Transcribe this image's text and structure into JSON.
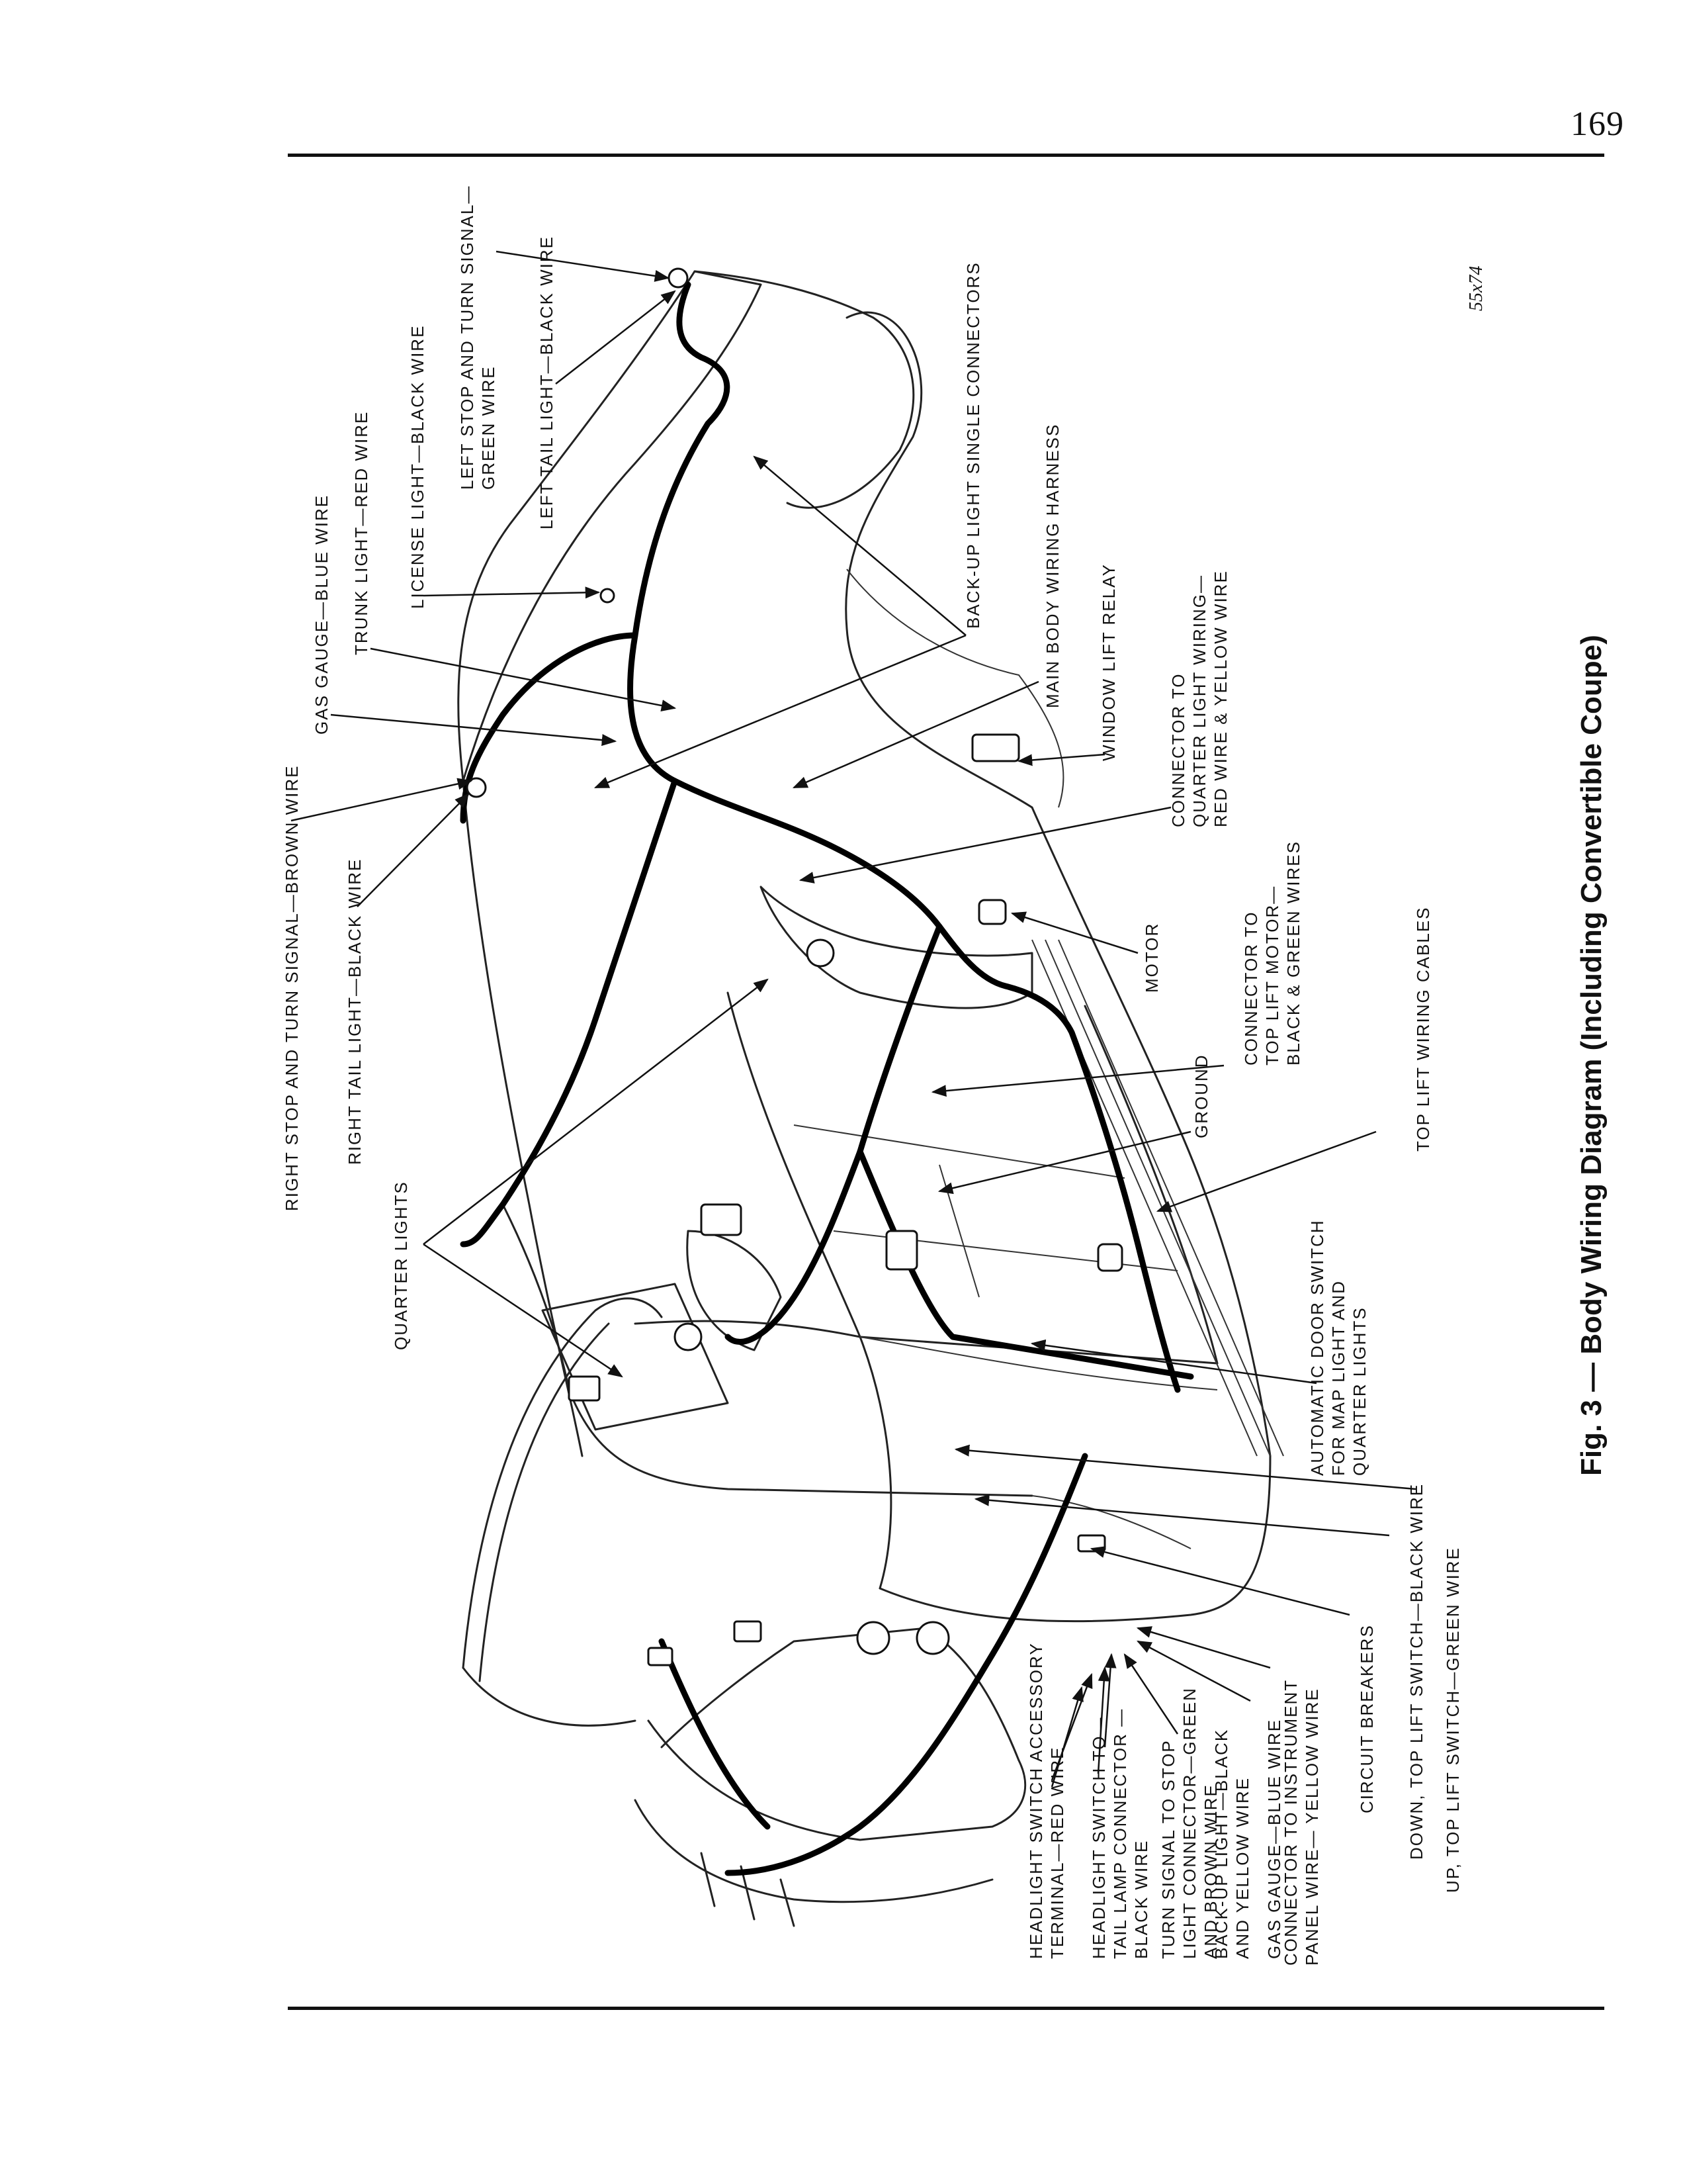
{
  "page_number": "169",
  "figure": {
    "caption": "Fig. 3 — Body Wiring Diagram (Including Convertible Coupe)",
    "code": "55x74"
  },
  "labels": [
    {
      "id": "right-stop-turn",
      "lines": [
        "RIGHT STOP AND TURN SIGNAL—BROWN WIRE"
      ]
    },
    {
      "id": "right-tail",
      "lines": [
        "RIGHT TAIL LIGHT—BLACK WIRE"
      ]
    },
    {
      "id": "gas-gauge-top",
      "lines": [
        "GAS GAUGE—BLUE WIRE"
      ]
    },
    {
      "id": "trunk-light",
      "lines": [
        "TRUNK LIGHT—RED WIRE"
      ]
    },
    {
      "id": "license-light",
      "lines": [
        "LICENSE LIGHT—BLACK WIRE"
      ]
    },
    {
      "id": "left-stop-turn",
      "lines": [
        "LEFT STOP AND TURN SIGNAL—",
        "GREEN WIRE"
      ]
    },
    {
      "id": "left-tail",
      "lines": [
        "LEFT TAIL LIGHT—BLACK WIRE"
      ]
    },
    {
      "id": "backup-connectors",
      "lines": [
        "BACK-UP LIGHT SINGLE CONNECTORS"
      ]
    },
    {
      "id": "main-harness",
      "lines": [
        "MAIN BODY WIRING HARNESS"
      ]
    },
    {
      "id": "window-relay",
      "lines": [
        "WINDOW LIFT RELAY"
      ]
    },
    {
      "id": "quarter-connector",
      "lines": [
        "CONNECTOR TO",
        "QUARTER LIGHT WIRING—",
        "RED WIRE & YELLOW WIRE"
      ]
    },
    {
      "id": "motor",
      "lines": [
        "MOTOR"
      ]
    },
    {
      "id": "top-motor-connector",
      "lines": [
        "CONNECTOR TO",
        "TOP LIFT MOTOR—",
        "BLACK & GREEN WIRES"
      ]
    },
    {
      "id": "ground",
      "lines": [
        "GROUND"
      ]
    },
    {
      "id": "top-cables",
      "lines": [
        "TOP LIFT WIRING CABLES"
      ]
    },
    {
      "id": "quarter-lights",
      "lines": [
        "QUARTER LIGHTS"
      ]
    },
    {
      "id": "door-switch",
      "lines": [
        "AUTOMATIC DOOR SWITCH",
        "FOR MAP LIGHT AND",
        "QUARTER LIGHTS"
      ]
    },
    {
      "id": "down-switch",
      "lines": [
        "DOWN, TOP LIFT SWITCH—BLACK WIRE"
      ]
    },
    {
      "id": "up-switch",
      "lines": [
        "UP, TOP LIFT SWITCH—GREEN WIRE"
      ]
    },
    {
      "id": "circuit-breakers",
      "lines": [
        "CIRCUIT BREAKERS"
      ]
    },
    {
      "id": "instrument-connector",
      "lines": [
        "CONNECTOR TO INSTRUMENT",
        "PANEL WIRE— YELLOW WIRE"
      ]
    },
    {
      "id": "gas-gauge-bottom",
      "lines": [
        "GAS GAUGE—BLUE WIRE"
      ]
    },
    {
      "id": "backup-light",
      "lines": [
        "BACK-UP LIGHT—BLACK",
        "AND YELLOW WIRE"
      ]
    },
    {
      "id": "turn-signal-stop",
      "lines": [
        "TURN SIGNAL TO STOP",
        "LIGHT CONNECTOR—GREEN",
        "AND BROWN WIRE"
      ]
    },
    {
      "id": "headlight-tail",
      "lines": [
        "HEADLIGHT SWITCH TO—",
        "TAIL LAMP CONNECTOR —",
        "BLACK WIRE"
      ]
    },
    {
      "id": "headlight-accessory",
      "lines": [
        "HEADLIGHT SWITCH ACCESSORY",
        "TERMINAL—RED WIRE"
      ]
    }
  ]
}
